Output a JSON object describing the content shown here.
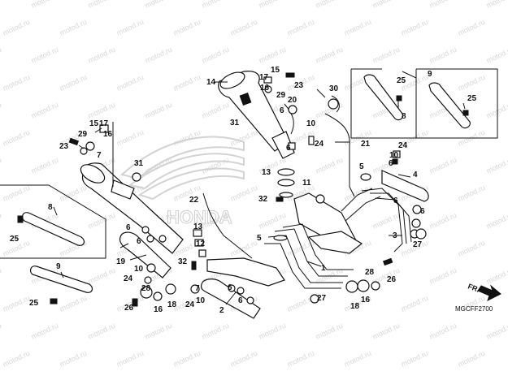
{
  "diagram": {
    "code": "MGCFF2700",
    "front_marker": "FR.",
    "watermark": "motod.ru",
    "logo_text": "HONDA",
    "callouts": [
      "1",
      "2",
      "3",
      "4",
      "5",
      "6",
      "7",
      "8",
      "9",
      "10",
      "11",
      "12",
      "13",
      "14",
      "15",
      "16",
      "17",
      "18",
      "19",
      "20",
      "21",
      "22",
      "23",
      "24",
      "25",
      "26",
      "27",
      "28",
      "29",
      "30",
      "31",
      "32"
    ]
  }
}
